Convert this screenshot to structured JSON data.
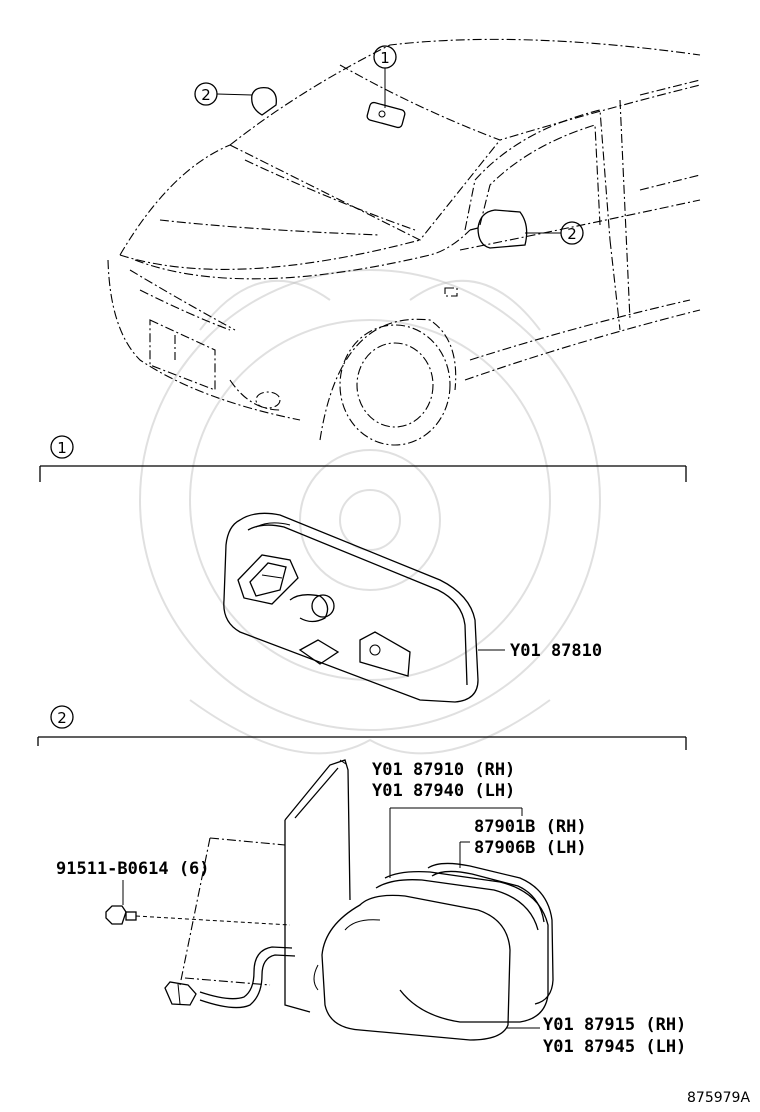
{
  "callouts": {
    "ref1": "1",
    "ref2": "2"
  },
  "section1": {
    "marker": "1",
    "inner_mirror_part": "Y01 87810"
  },
  "section2": {
    "marker": "2",
    "mirror_assy_rh": "Y01 87910 (RH)",
    "mirror_assy_lh": "Y01 87940 (LH)",
    "mirror_glass_rh": "87901B (RH)",
    "mirror_glass_lh": "87906B (LH)",
    "screw": "91511-B0614 (6)",
    "cover_rh": "Y01 87915 (RH)",
    "cover_lh": "Y01 87945 (LH)"
  },
  "illustration_code": "875979A"
}
